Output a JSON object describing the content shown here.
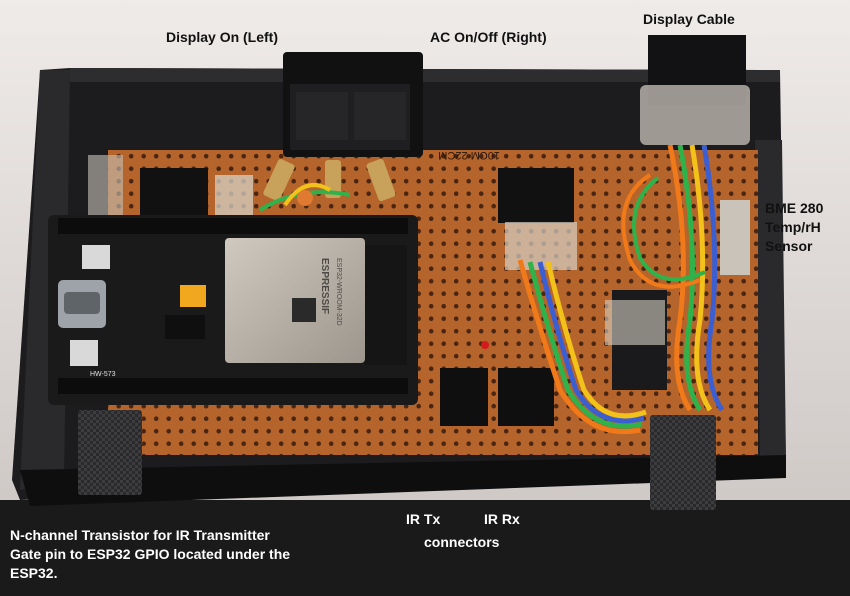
{
  "labels": {
    "display_on": "Display On (Left)",
    "ac_onoff": "AC On/Off (Right)",
    "display_cable": "Display Cable",
    "bme": {
      "line1": "BME 280",
      "line2": "Temp/rH",
      "line3": "Sensor"
    },
    "ir_tx": "IR Tx",
    "ir_rx": "IR Rx",
    "connectors": "connectors",
    "nchannel": {
      "line1": "N-channel Transistor for IR Transmitter",
      "line2": "Gate pin to ESP32 GPIO located under the",
      "line3": "ESP32."
    }
  },
  "board_text": {
    "pcb_marking": "10CM 22CM",
    "module_brand": "ESPRESSIF",
    "module_model": "ESP32-WROOM-32D",
    "devkit_model": "HW-573"
  },
  "colors": {
    "backdrop": "#e9e5e3",
    "enclosure": "#1c1c1e",
    "pcb": "#b5642c",
    "pcb_hole": "#4a2612",
    "devkit": "#1a1a1a",
    "module_shield": "#b9b2a8",
    "wire_orange": "#f07a1a",
    "wire_green": "#2fb24a",
    "wire_blue": "#3b5fd1",
    "wire_yellow": "#f2c21a",
    "label_dark": "#111111",
    "label_light": "#ffffff"
  }
}
